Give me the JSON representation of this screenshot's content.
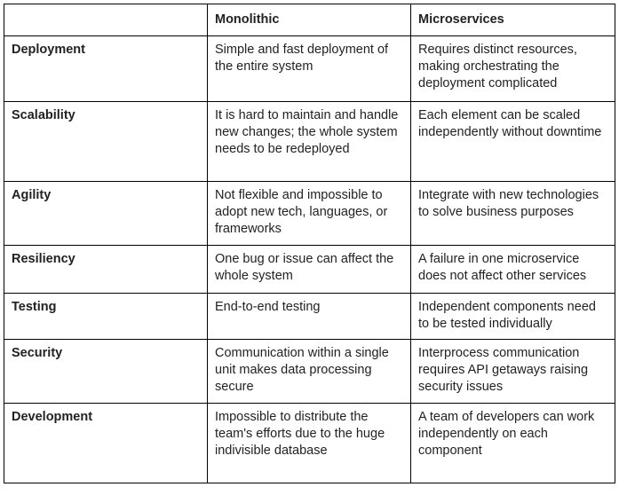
{
  "table": {
    "headers": [
      "",
      "Monolithic",
      "Microservices"
    ],
    "rows": [
      {
        "label": "Deployment",
        "monolithic": "Simple and fast deployment of the entire system",
        "microservices": "Requires distinct resources, making orchestrating the deployment complicated"
      },
      {
        "label": "Scalability",
        "monolithic": "It is hard to maintain and handle new changes; the whole system needs to be redeployed",
        "microservices": "Each element can be scaled independently without downtime"
      },
      {
        "label": "Agility",
        "monolithic": "Not flexible and impossible to adopt new tech, languages, or frameworks",
        "microservices": "Integrate with new technologies to solve business purposes"
      },
      {
        "label": "Resiliency",
        "monolithic": "One bug or issue can affect the whole system",
        "microservices": "A failure in one microservice does not affect other services"
      },
      {
        "label": "Testing",
        "monolithic": "End-to-end testing",
        "microservices": "Independent components need to be tested individually"
      },
      {
        "label": "Security",
        "monolithic": "Communication within a single unit makes data processing secure",
        "microservices": "Interprocess communication requires API getaways raising security issues"
      },
      {
        "label": "Development",
        "monolithic": "Impossible to distribute the team's efforts due to the huge indivisible database",
        "microservices": "A team of developers can work independently on each component"
      }
    ]
  }
}
